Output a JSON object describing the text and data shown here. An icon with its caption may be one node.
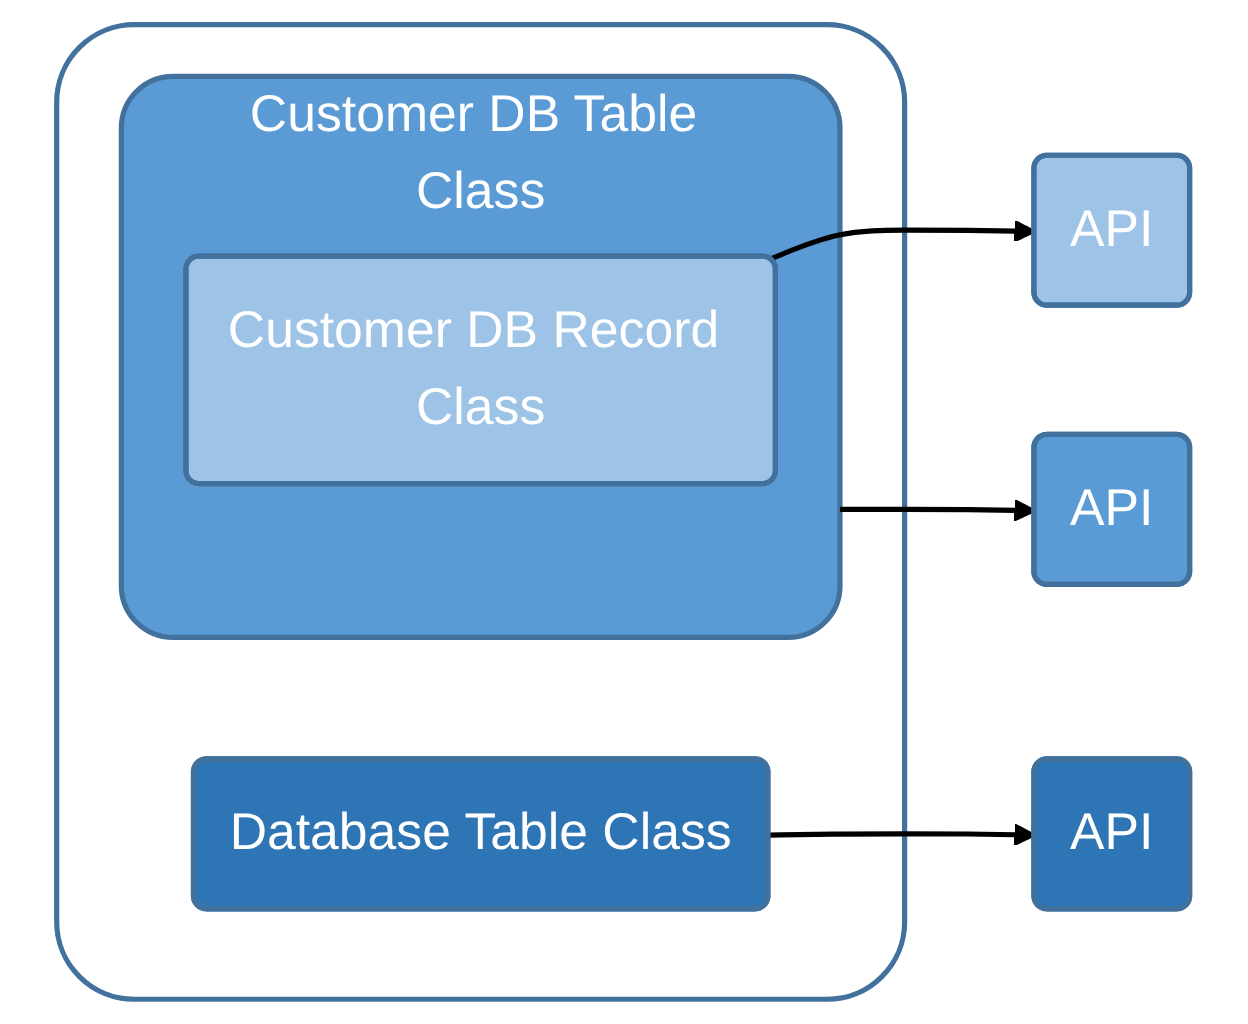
{
  "diagram": {
    "nodes": [
      {
        "text": [],
        "shape": "box"
      },
      {
        "text": [
          "Customer DB Table Class"
        ],
        "in": 0
      },
      {
        "text": [
          "Customer DB Record Class"
        ],
        "in": 1
      },
      {
        "text": [
          "Database Table Class"
        ],
        "in": 0
      },
      {
        "text": [
          "API"
        ]
      },
      {
        "text": [
          "API"
        ]
      },
      {
        "text": [
          "API"
        ]
      }
    ],
    "edges": [
      {
        "from": 1,
        "to": 4,
        "arrow": "to"
      },
      {
        "from": 2,
        "to": 5,
        "arrow": "to"
      },
      {
        "from": 3,
        "to": 6,
        "arrow": "to"
      }
    ]
  }
}
